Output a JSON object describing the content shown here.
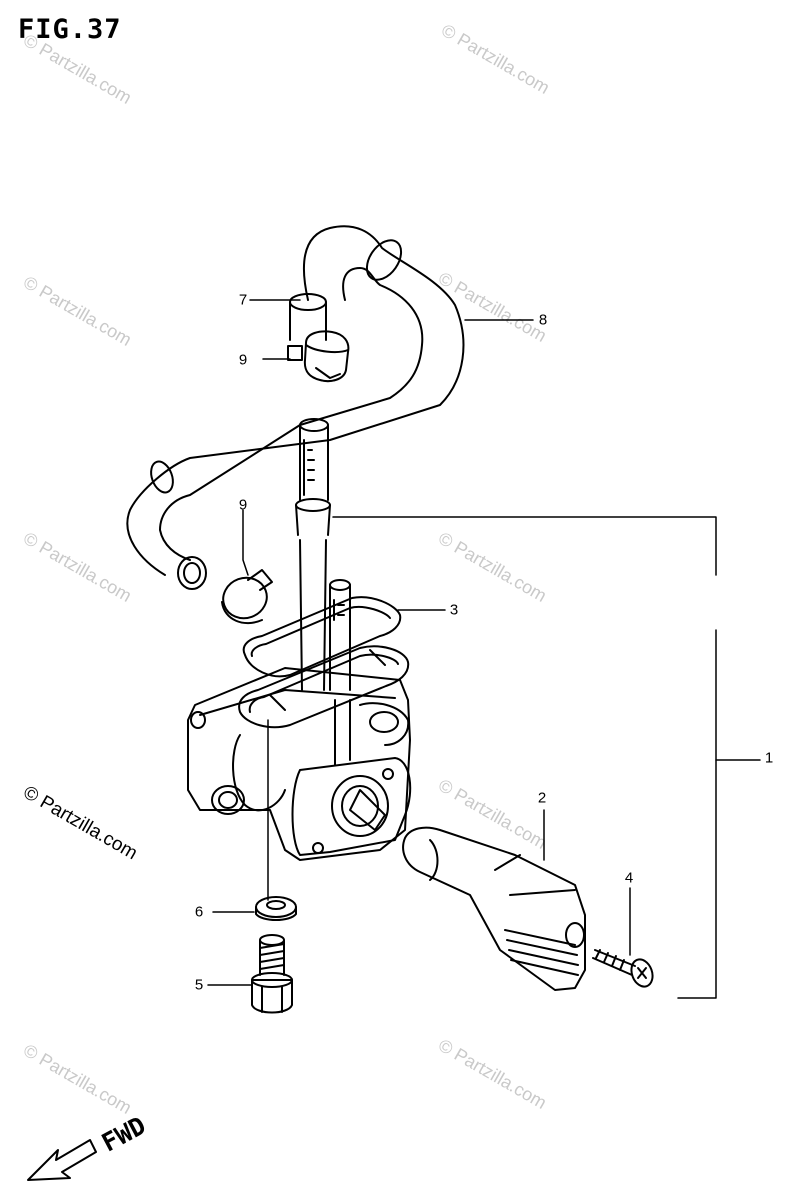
{
  "figure": {
    "title": "FIG.37"
  },
  "watermark": {
    "text": "© Partzilla.com",
    "main_text": "© Partzilla.com"
  },
  "callouts": [
    "7",
    "8",
    "9",
    "9",
    "3",
    "1",
    "2",
    "4",
    "6",
    "5"
  ],
  "direction": {
    "label": "FWD"
  },
  "colors": {
    "ink": "#000000",
    "watermark": "#c9c9c9",
    "background": "#ffffff"
  }
}
